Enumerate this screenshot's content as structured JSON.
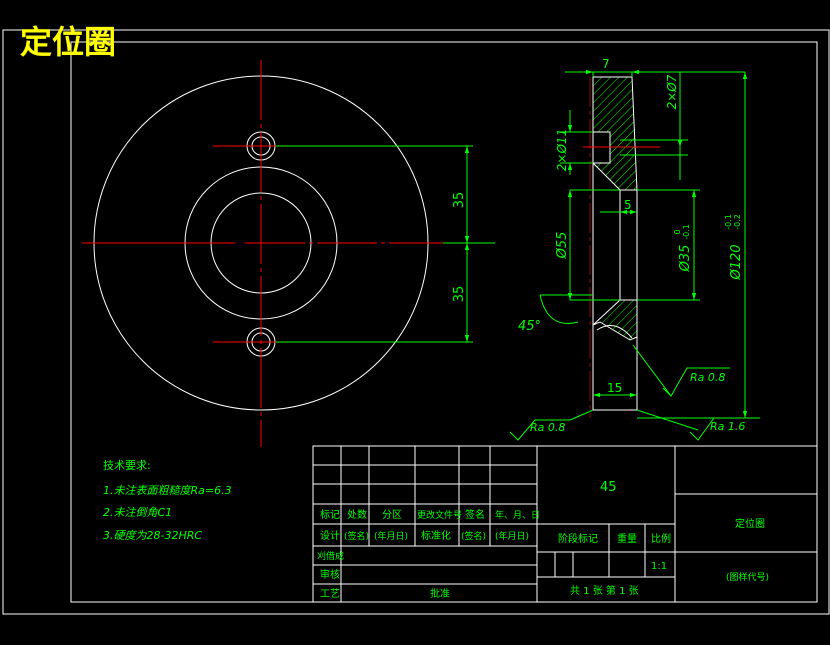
{
  "drawing": {
    "title": "定位圈",
    "colors": {
      "background": "#000000",
      "outline": "#ffffff",
      "centerline": "#ff0000",
      "dimension": "#00ff00",
      "title": "#ffff00"
    }
  },
  "front_view": {
    "dims": [
      "35",
      "35"
    ]
  },
  "section_view": {
    "dims": {
      "top_width": "7",
      "small_hole": "2×Ø7",
      "counterbore": "2×Ø11",
      "depth": "5",
      "bore": "Ø55",
      "pilot": "Ø35",
      "pilot_tol": "0\n-0.1",
      "outer": "Ø120",
      "outer_tol": "-0.1\n-0.2",
      "chamfer": "45°",
      "hub_width": "15",
      "rough1": "Ra 0.8",
      "rough2": "Ra 0.8",
      "rough3": "Ra 1.6"
    }
  },
  "notes": {
    "heading": "技术要求:",
    "items": [
      "1.未注表面粗糙度Ra=6.3",
      "2.未注倒角C1",
      "3.硬度为28-32HRC"
    ]
  },
  "title_block": {
    "material": "45",
    "part_name": "定位圈",
    "drawing_no": "(图样代号)",
    "headers": [
      "标记",
      "处数",
      "分区",
      "更改文件号",
      "签名",
      "年、月、日"
    ],
    "row2": [
      "设计",
      "(签名)",
      "(年月日)",
      "标准化",
      "(签名)",
      "(年月日)"
    ],
    "row3": "刈借成",
    "row4": "审核",
    "row5": "工艺",
    "approve": "批准",
    "stage_label": "阶段标记",
    "weight_label": "重量",
    "scale_label": "比例",
    "scale": "1:1",
    "sheets": "共 1 张    第 1 张"
  }
}
